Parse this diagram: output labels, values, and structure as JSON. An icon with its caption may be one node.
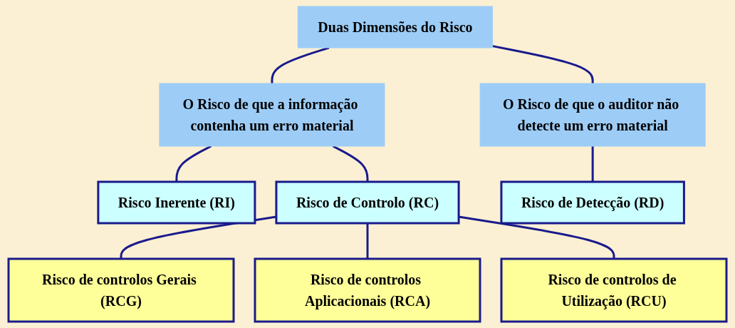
{
  "diagram": {
    "nodes": [
      {
        "text": [
          "Duas Dimensões do Risco"
        ]
      },
      {
        "text": [
          "O Risco de que a informação contenha um erro material"
        ]
      },
      {
        "text": [
          "O Risco de que o auditor não detecte um erro material"
        ]
      },
      {
        "text": [
          "Risco Inerente (RI)"
        ]
      },
      {
        "text": [
          "Risco de Controlo (RC)"
        ]
      },
      {
        "text": [
          "Risco de Detecção (RD)"
        ]
      },
      {
        "text": [
          "Risco de controlos Gerais (RCG)"
        ]
      },
      {
        "text": [
          "Risco de controlos Aplicacionais (RCA)"
        ]
      },
      {
        "text": [
          "Risco de controlos de Utilização (RCU)"
        ]
      }
    ],
    "edges": [
      {
        "from": 0,
        "to": 1,
        "arrow": "none"
      },
      {
        "from": 0,
        "to": 2,
        "arrow": "none"
      },
      {
        "from": 1,
        "to": 3,
        "arrow": "none"
      },
      {
        "from": 1,
        "to": 4,
        "arrow": "none"
      },
      {
        "from": 2,
        "to": 5,
        "arrow": "none"
      },
      {
        "from": 4,
        "to": 6,
        "arrow": "none"
      },
      {
        "from": 4,
        "to": 7,
        "arrow": "none"
      },
      {
        "from": 4,
        "to": 8,
        "arrow": "none"
      }
    ]
  }
}
